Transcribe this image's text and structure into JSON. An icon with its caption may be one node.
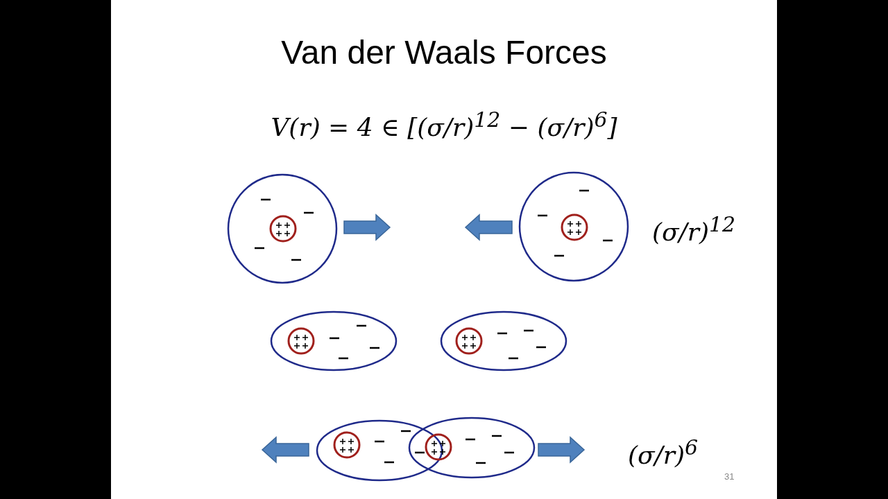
{
  "diagram": {
    "title": "Van der Waals Forces",
    "labels": [
      "V(r) = 4 ∈ [(σ/r)$^{12}$ − (σ/r)$^{6}$]",
      "(σ/r)$^{12}$",
      "(σ/r)$^{6}$",
      "31"
    ]
  }
}
